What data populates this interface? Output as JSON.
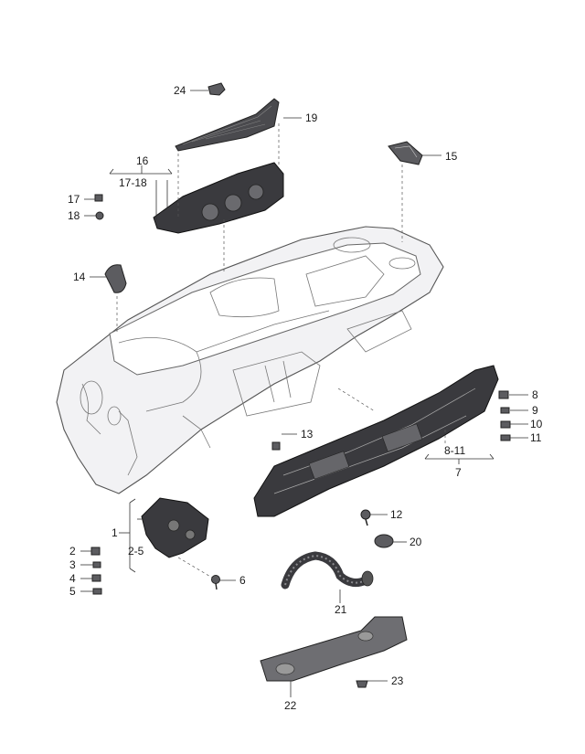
{
  "callouts": {
    "c1": "1",
    "c2": "2",
    "c2_5": "2-5",
    "c3": "3",
    "c4": "4",
    "c5": "5",
    "c6": "6",
    "c7": "7",
    "c8": "8",
    "c8_11": "8-11",
    "c9": "9",
    "c10": "10",
    "c11": "11",
    "c12": "12",
    "c13": "13",
    "c14": "14",
    "c15": "15",
    "c16": "16",
    "c17": "17",
    "c17_18": "17-18",
    "c18": "18",
    "c19": "19",
    "c20": "20",
    "c21": "21",
    "c22": "22",
    "c23": "23",
    "c24": "24"
  }
}
